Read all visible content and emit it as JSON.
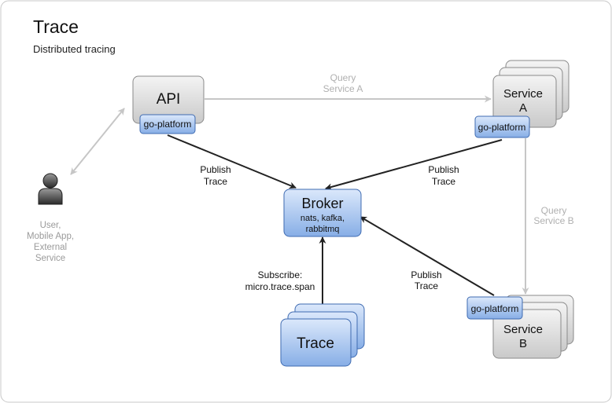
{
  "header": {
    "title": "Trace",
    "subtitle": "Distributed tracing"
  },
  "nodes": {
    "api": {
      "label": "API",
      "badge": "go-platform"
    },
    "service_a": {
      "label_line1": "Service",
      "label_line2": "A",
      "badge": "go-platform"
    },
    "service_b": {
      "label_line1": "Service",
      "label_line2": "B",
      "badge": "go-platform"
    },
    "broker": {
      "label": "Broker",
      "sub_line1": "nats, kafka,",
      "sub_line2": "rabbitmq"
    },
    "trace": {
      "label": "Trace"
    },
    "user": {
      "line1": "User,",
      "line2": "Mobile App,",
      "line3": "External",
      "line4": "Service"
    }
  },
  "edges": {
    "query_a": {
      "line1": "Query",
      "line2": "Service A"
    },
    "query_b": {
      "line1": "Query",
      "line2": "Service B"
    },
    "publish_api": {
      "line1": "Publish",
      "line2": "Trace"
    },
    "publish_a": {
      "line1": "Publish",
      "line2": "Trace"
    },
    "publish_b": {
      "line1": "Publish",
      "line2": "Trace"
    },
    "subscribe": {
      "line1": "Subscribe:",
      "line2": "micro.trace.span"
    }
  },
  "colors": {
    "frame_border": "#c8c8c8",
    "node_fill_top": "#f4f4f4",
    "node_fill_bottom": "#c9c9c9",
    "blue_fill_top": "#dbe8fb",
    "blue_fill_bottom": "#87aee6",
    "blue_border": "#3f6bb1",
    "dark_arrow": "#222222",
    "light_arrow": "#c6c6c6",
    "muted_text": "#9a9a9a"
  }
}
